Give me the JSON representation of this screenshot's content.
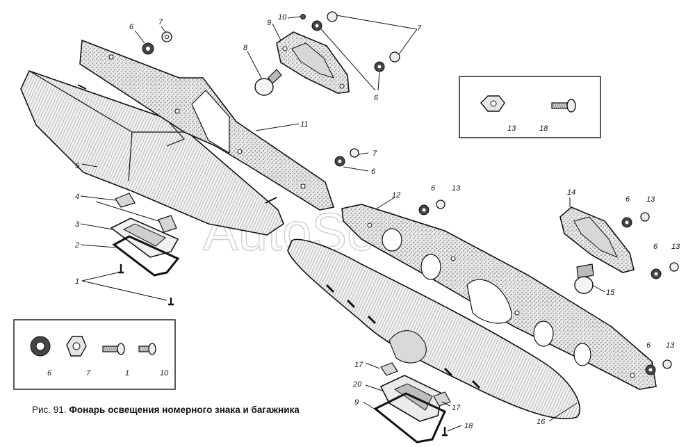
{
  "watermark": "AutoSoft",
  "caption": {
    "prefix": "Рис. 91.",
    "title": "Фонарь освещения номерного знака и багажника"
  },
  "callouts": {
    "n1": "1",
    "n2": "2",
    "n3": "3",
    "n4": "4",
    "n5": "5",
    "n6": "6",
    "n7": "7",
    "n8": "8",
    "n9": "9",
    "n10": "10",
    "n11": "11",
    "n12": "12",
    "n13": "13",
    "n14": "14",
    "n15": "15",
    "n16": "16",
    "n17": "17",
    "n18": "18",
    "n20": "20"
  }
}
